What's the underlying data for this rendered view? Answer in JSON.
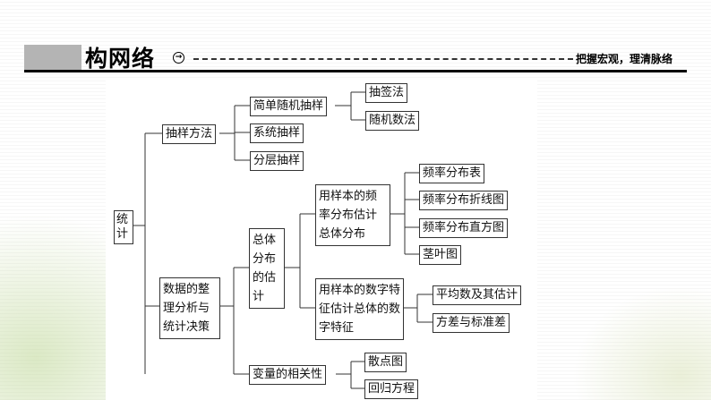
{
  "header": {
    "title": "构网络",
    "subtitle": "把握宏观，理清脉络",
    "icon": "arrow-circle-icon"
  },
  "diagram": {
    "root": "统计",
    "sampling": "抽样方法",
    "simple_random": "简单随机抽样",
    "lottery": "抽签法",
    "random_number": "随机数法",
    "systematic": "系统抽样",
    "stratified": "分层抽样",
    "data_analysis": "数据的整理分析与统计决策",
    "population_estimate": "总体分布的估计",
    "freq_estimate": "用样本的频率分布估计总体分布",
    "freq_table": "频率分布表",
    "freq_polygon": "频率分布折线图",
    "freq_histogram": "频率分布直方图",
    "stem_leaf": "茎叶图",
    "numeric_estimate": "用样本的数字特征估计总体的数字特征",
    "mean": "平均数及其估计",
    "variance": "方差与标准差",
    "correlation": "变量的相关性",
    "scatter": "散点图",
    "regression": "回归方程"
  }
}
